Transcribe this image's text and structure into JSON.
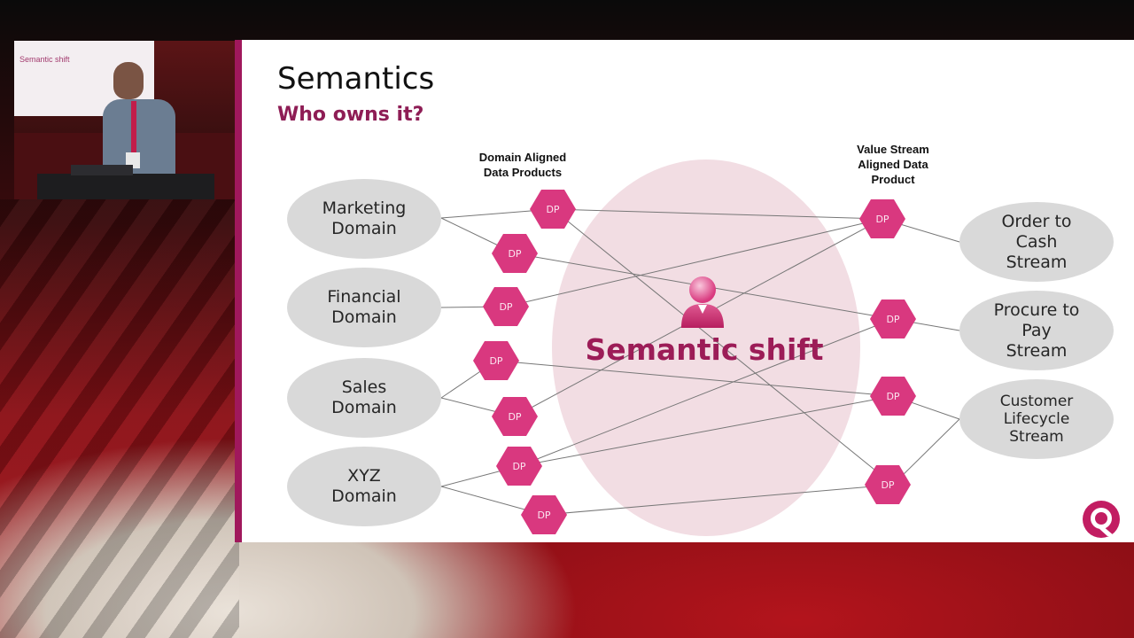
{
  "video": {
    "screen_text": "Semantic shift"
  },
  "slide": {
    "title": "Semantics",
    "subtitle": "Who owns it?",
    "domain_heading": "Domain Aligned\nData Products",
    "value_heading": "Value Stream\nAligned Data\nProduct",
    "center_label": "Semantic shift",
    "dp_label": "DP",
    "domains": [
      {
        "label": "Marketing\nDomain"
      },
      {
        "label": "Financial\nDomain"
      },
      {
        "label": "Sales\nDomain"
      },
      {
        "label": "XYZ\nDomain"
      }
    ],
    "streams": [
      {
        "label": "Order to\nCash\nStream"
      },
      {
        "label": "Procure to\nPay\nStream"
      },
      {
        "label": "Customer\nLifecycle\nStream"
      }
    ]
  },
  "colors": {
    "accent": "#a0185c",
    "dp_fill": "#d9387f",
    "ellipse_grey": "#d9d9d9",
    "center_ellipse": "#f2dde3",
    "center_text": "#9c1c57"
  },
  "icons": [
    "person-icon",
    "brand-logo-icon"
  ]
}
